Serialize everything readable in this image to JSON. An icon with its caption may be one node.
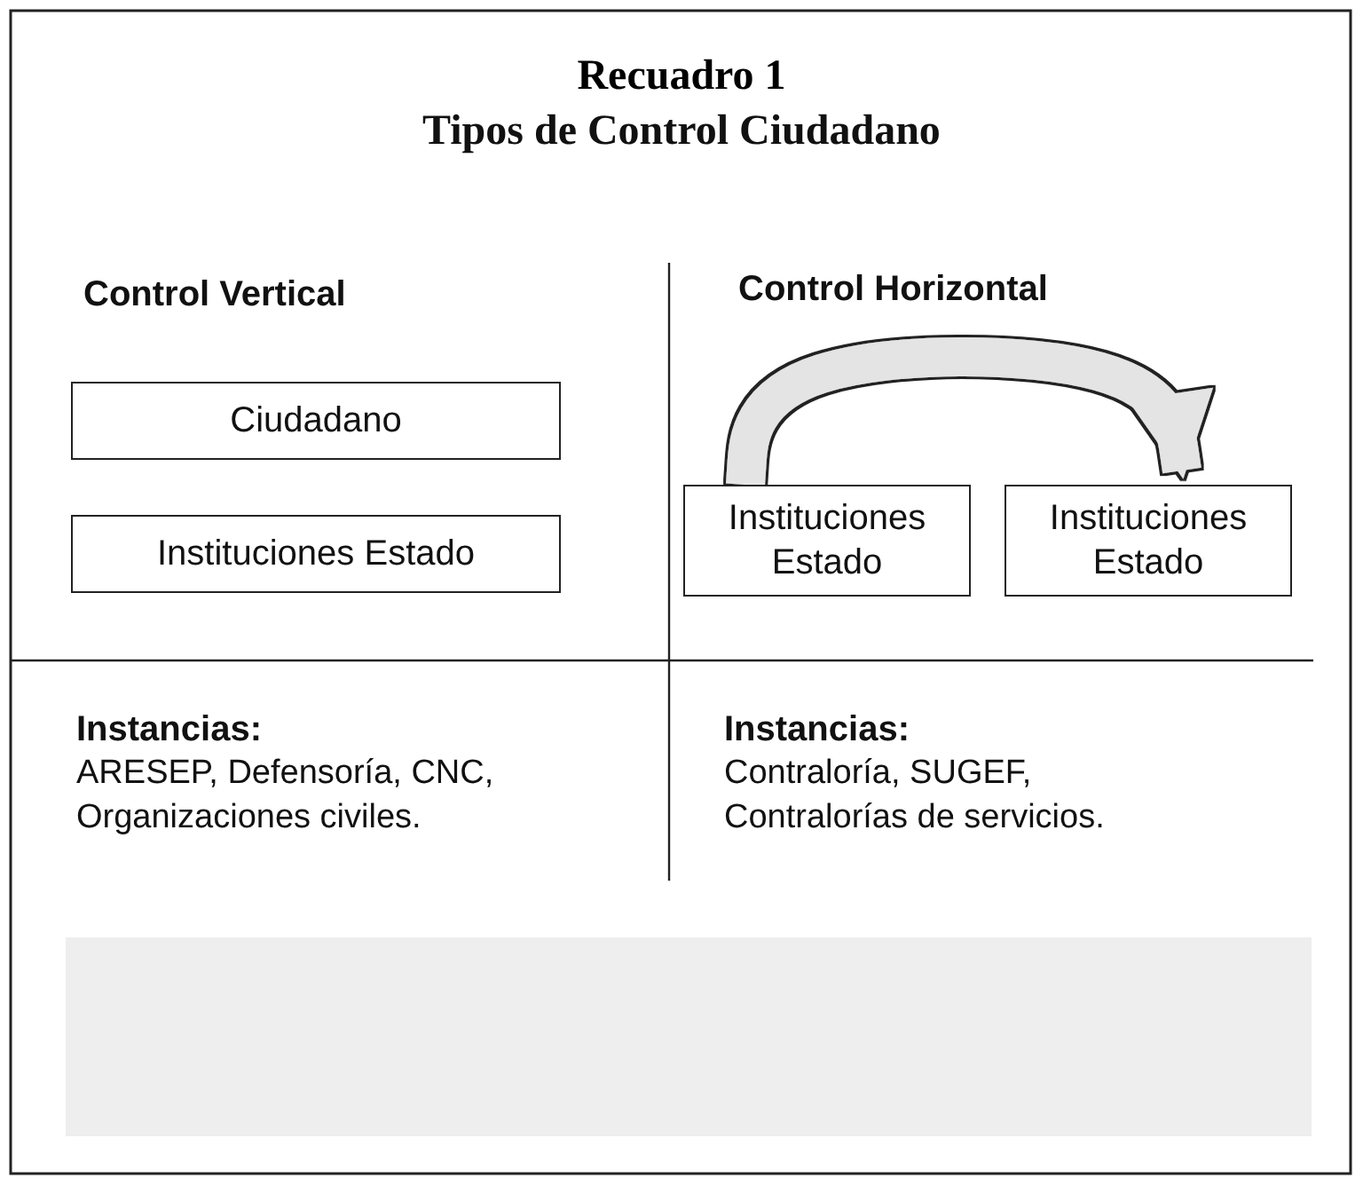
{
  "diagram": {
    "title": "Recuadro 1",
    "nodes": [
      {
        "text": [
          "Ciudadano"
        ]
      },
      {
        "text": [
          "Instituciones Estado"
        ]
      },
      {
        "text": [
          "Instituciones Estado"
        ]
      },
      {
        "text": [
          "Instituciones Estado"
        ]
      }
    ],
    "edges": [
      {
        "from": 2,
        "to": 3,
        "arrow": "to"
      }
    ],
    "labels": [
      "Tipos de Control Ciudadano",
      "Control Vertical",
      "Control Horizontal",
      "Instancias:",
      "ARESEP, Defensoría, CNC, Organizaciones civiles.",
      "Instancias:",
      "Contraloría, SUGEF, Contralorías de servicios."
    ]
  }
}
